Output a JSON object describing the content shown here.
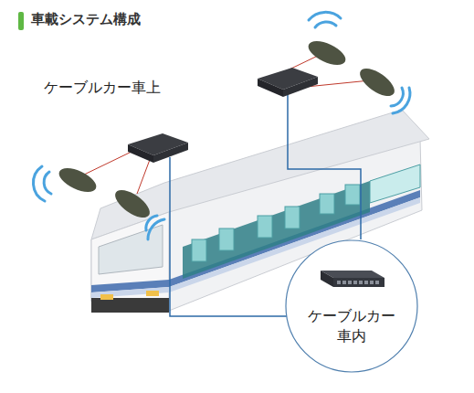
{
  "diagram": {
    "title": "車載システム構成",
    "nodes": [
      {
        "text": [
          "ケーブルカー 車内"
        ]
      }
    ],
    "labels": [
      "ケーブルカー車上"
    ]
  }
}
